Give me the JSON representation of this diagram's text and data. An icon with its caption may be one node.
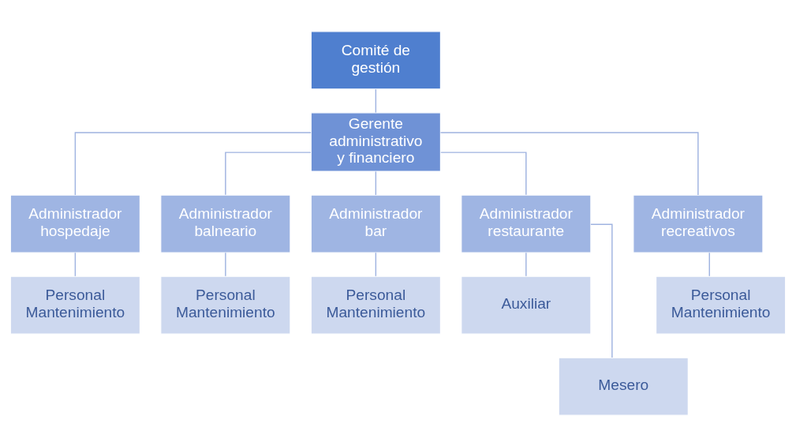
{
  "diagram": {
    "nodes": [
      {
        "text": [
          "Comité de gestión"
        ]
      },
      {
        "text": [
          "Gerente administrativo y financiero"
        ]
      },
      {
        "text": [
          "Administrador hospedaje"
        ]
      },
      {
        "text": [
          "Administrador balneario"
        ]
      },
      {
        "text": [
          "Administrador bar"
        ]
      },
      {
        "text": [
          "Administrador restaurante"
        ]
      },
      {
        "text": [
          "Administrador recreativos"
        ]
      },
      {
        "text": [
          "Personal Mantenimiento"
        ]
      },
      {
        "text": [
          "Personal Mantenimiento"
        ]
      },
      {
        "text": [
          "Personal Mantenimiento"
        ]
      },
      {
        "text": [
          "Auxiliar"
        ]
      },
      {
        "text": [
          "Mesero"
        ]
      },
      {
        "text": [
          "Personal Mantenimiento"
        ]
      }
    ],
    "edges": [
      {
        "from": 0,
        "to": 1,
        "arrow": "none"
      },
      {
        "from": 1,
        "to": 2,
        "arrow": "none"
      },
      {
        "from": 1,
        "to": 3,
        "arrow": "none"
      },
      {
        "from": 1,
        "to": 4,
        "arrow": "none"
      },
      {
        "from": 1,
        "to": 5,
        "arrow": "none"
      },
      {
        "from": 1,
        "to": 6,
        "arrow": "none"
      },
      {
        "from": 2,
        "to": 7,
        "arrow": "none"
      },
      {
        "from": 3,
        "to": 8,
        "arrow": "none"
      },
      {
        "from": 4,
        "to": 9,
        "arrow": "none"
      },
      {
        "from": 5,
        "to": 10,
        "arrow": "none"
      },
      {
        "from": 5,
        "to": 11,
        "arrow": "none"
      },
      {
        "from": 6,
        "to": 12,
        "arrow": "none"
      }
    ]
  }
}
